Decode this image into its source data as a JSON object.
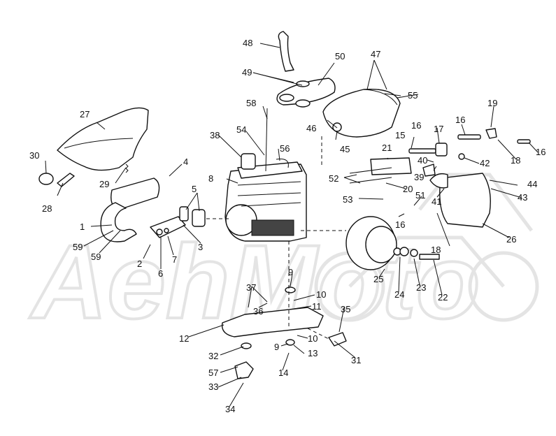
{
  "watermark": "AehMoto",
  "callouts": [
    "1",
    "2",
    "3",
    "4",
    "5",
    "6",
    "7",
    "8",
    "9",
    "10",
    "11",
    "12",
    "13",
    "14",
    "15",
    "16",
    "17",
    "18",
    "19",
    "20",
    "21",
    "22",
    "23",
    "24",
    "25",
    "26",
    "27",
    "28",
    "29",
    "30",
    "31",
    "32",
    "33",
    "34",
    "35",
    "36",
    "37",
    "38",
    "39",
    "40",
    "41",
    "42",
    "43",
    "44",
    "45",
    "46",
    "47",
    "48",
    "49",
    "50",
    "51",
    "52",
    "53",
    "54",
    "55",
    "56",
    "57",
    "58",
    "59"
  ]
}
